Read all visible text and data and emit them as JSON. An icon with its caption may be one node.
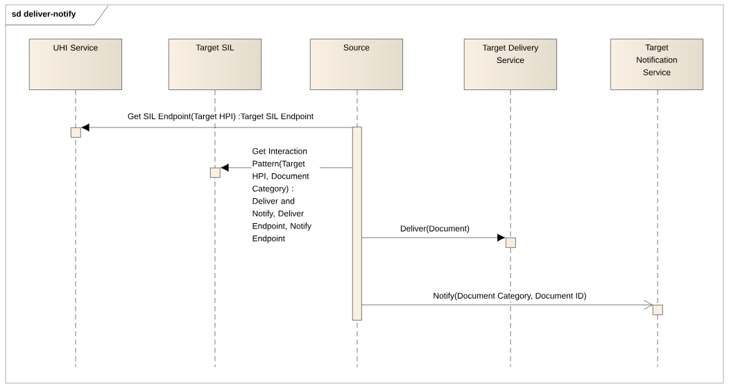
{
  "diagram": {
    "title": "sd deliver-notify",
    "nodes": [
      {
        "text": [
          "UHI Service"
        ]
      },
      {
        "text": [
          "Target SIL"
        ]
      },
      {
        "text": [
          "Source"
        ]
      },
      {
        "text": [
          "Target Delivery Service"
        ]
      },
      {
        "text": [
          "Target Notification Service"
        ]
      },
      {
        "text": [],
        "shape": "bar"
      },
      {
        "text": [],
        "shape": "box"
      },
      {
        "text": [],
        "shape": "box"
      },
      {
        "text": [],
        "shape": "box"
      },
      {
        "text": [],
        "shape": "box"
      }
    ],
    "edges": [
      {
        "from": 5,
        "to": 6,
        "arrow": "to",
        "label": "Get SIL Endpoint(Target HPI) :Target SIL Endpoint"
      },
      {
        "from": 5,
        "to": 7,
        "arrow": "to",
        "label": "Get Interaction Pattern(Target HPI, Document Category) : Deliver and Notify, Deliver Endpoint, Notify Endpoint"
      },
      {
        "from": 5,
        "to": 8,
        "arrow": "to",
        "label": "Deliver(Document)"
      },
      {
        "from": 5,
        "to": 9,
        "arrow": "to",
        "label": "Notify(Document Category, Document ID)"
      }
    ]
  }
}
